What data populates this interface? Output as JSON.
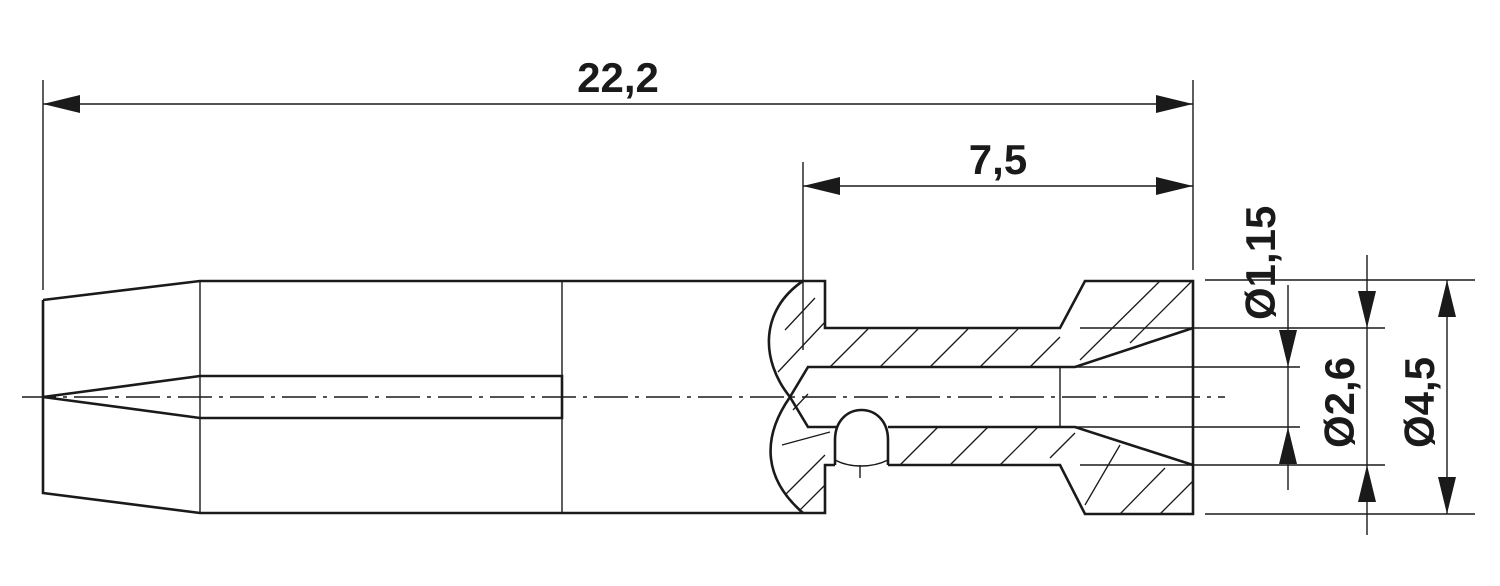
{
  "dimensions": {
    "overall_length": "22,2",
    "rear_length": "7,5",
    "dia_inner_bore": "Ø1,15",
    "dia_crimp": "Ø2,6",
    "dia_outer": "Ø4,5"
  }
}
